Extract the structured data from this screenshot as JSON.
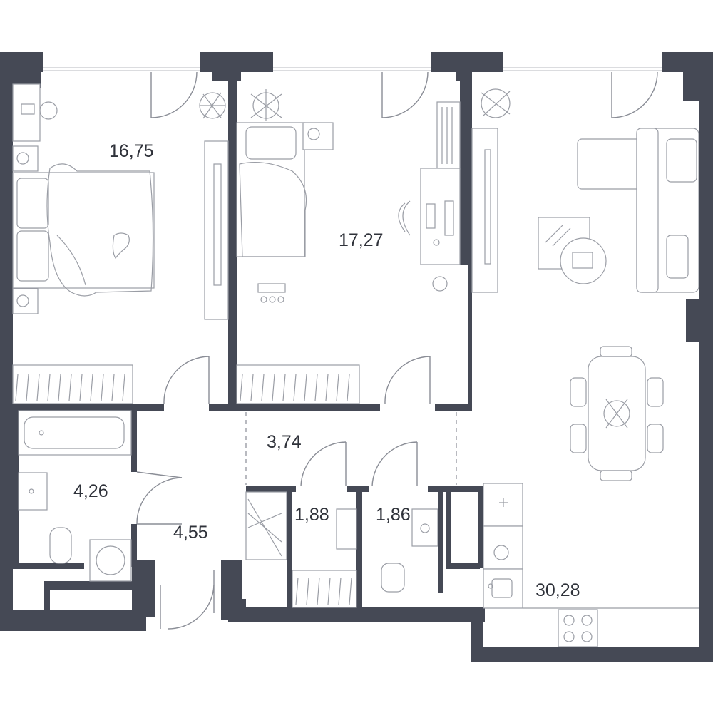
{
  "plan": {
    "rooms": [
      {
        "id": "bedroom-1",
        "area": "16,75"
      },
      {
        "id": "bedroom-2",
        "area": "17,27"
      },
      {
        "id": "hall",
        "area": "3,74"
      },
      {
        "id": "bathroom",
        "area": "4,26"
      },
      {
        "id": "entrance",
        "area": "4,55"
      },
      {
        "id": "closet",
        "area": "1,88"
      },
      {
        "id": "wc",
        "area": "1,86"
      },
      {
        "id": "living-kitchen",
        "area": "30,28"
      }
    ],
    "colors": {
      "wall": "#454955",
      "furniture_line": "#9a9da5",
      "label": "#2f323a"
    }
  }
}
